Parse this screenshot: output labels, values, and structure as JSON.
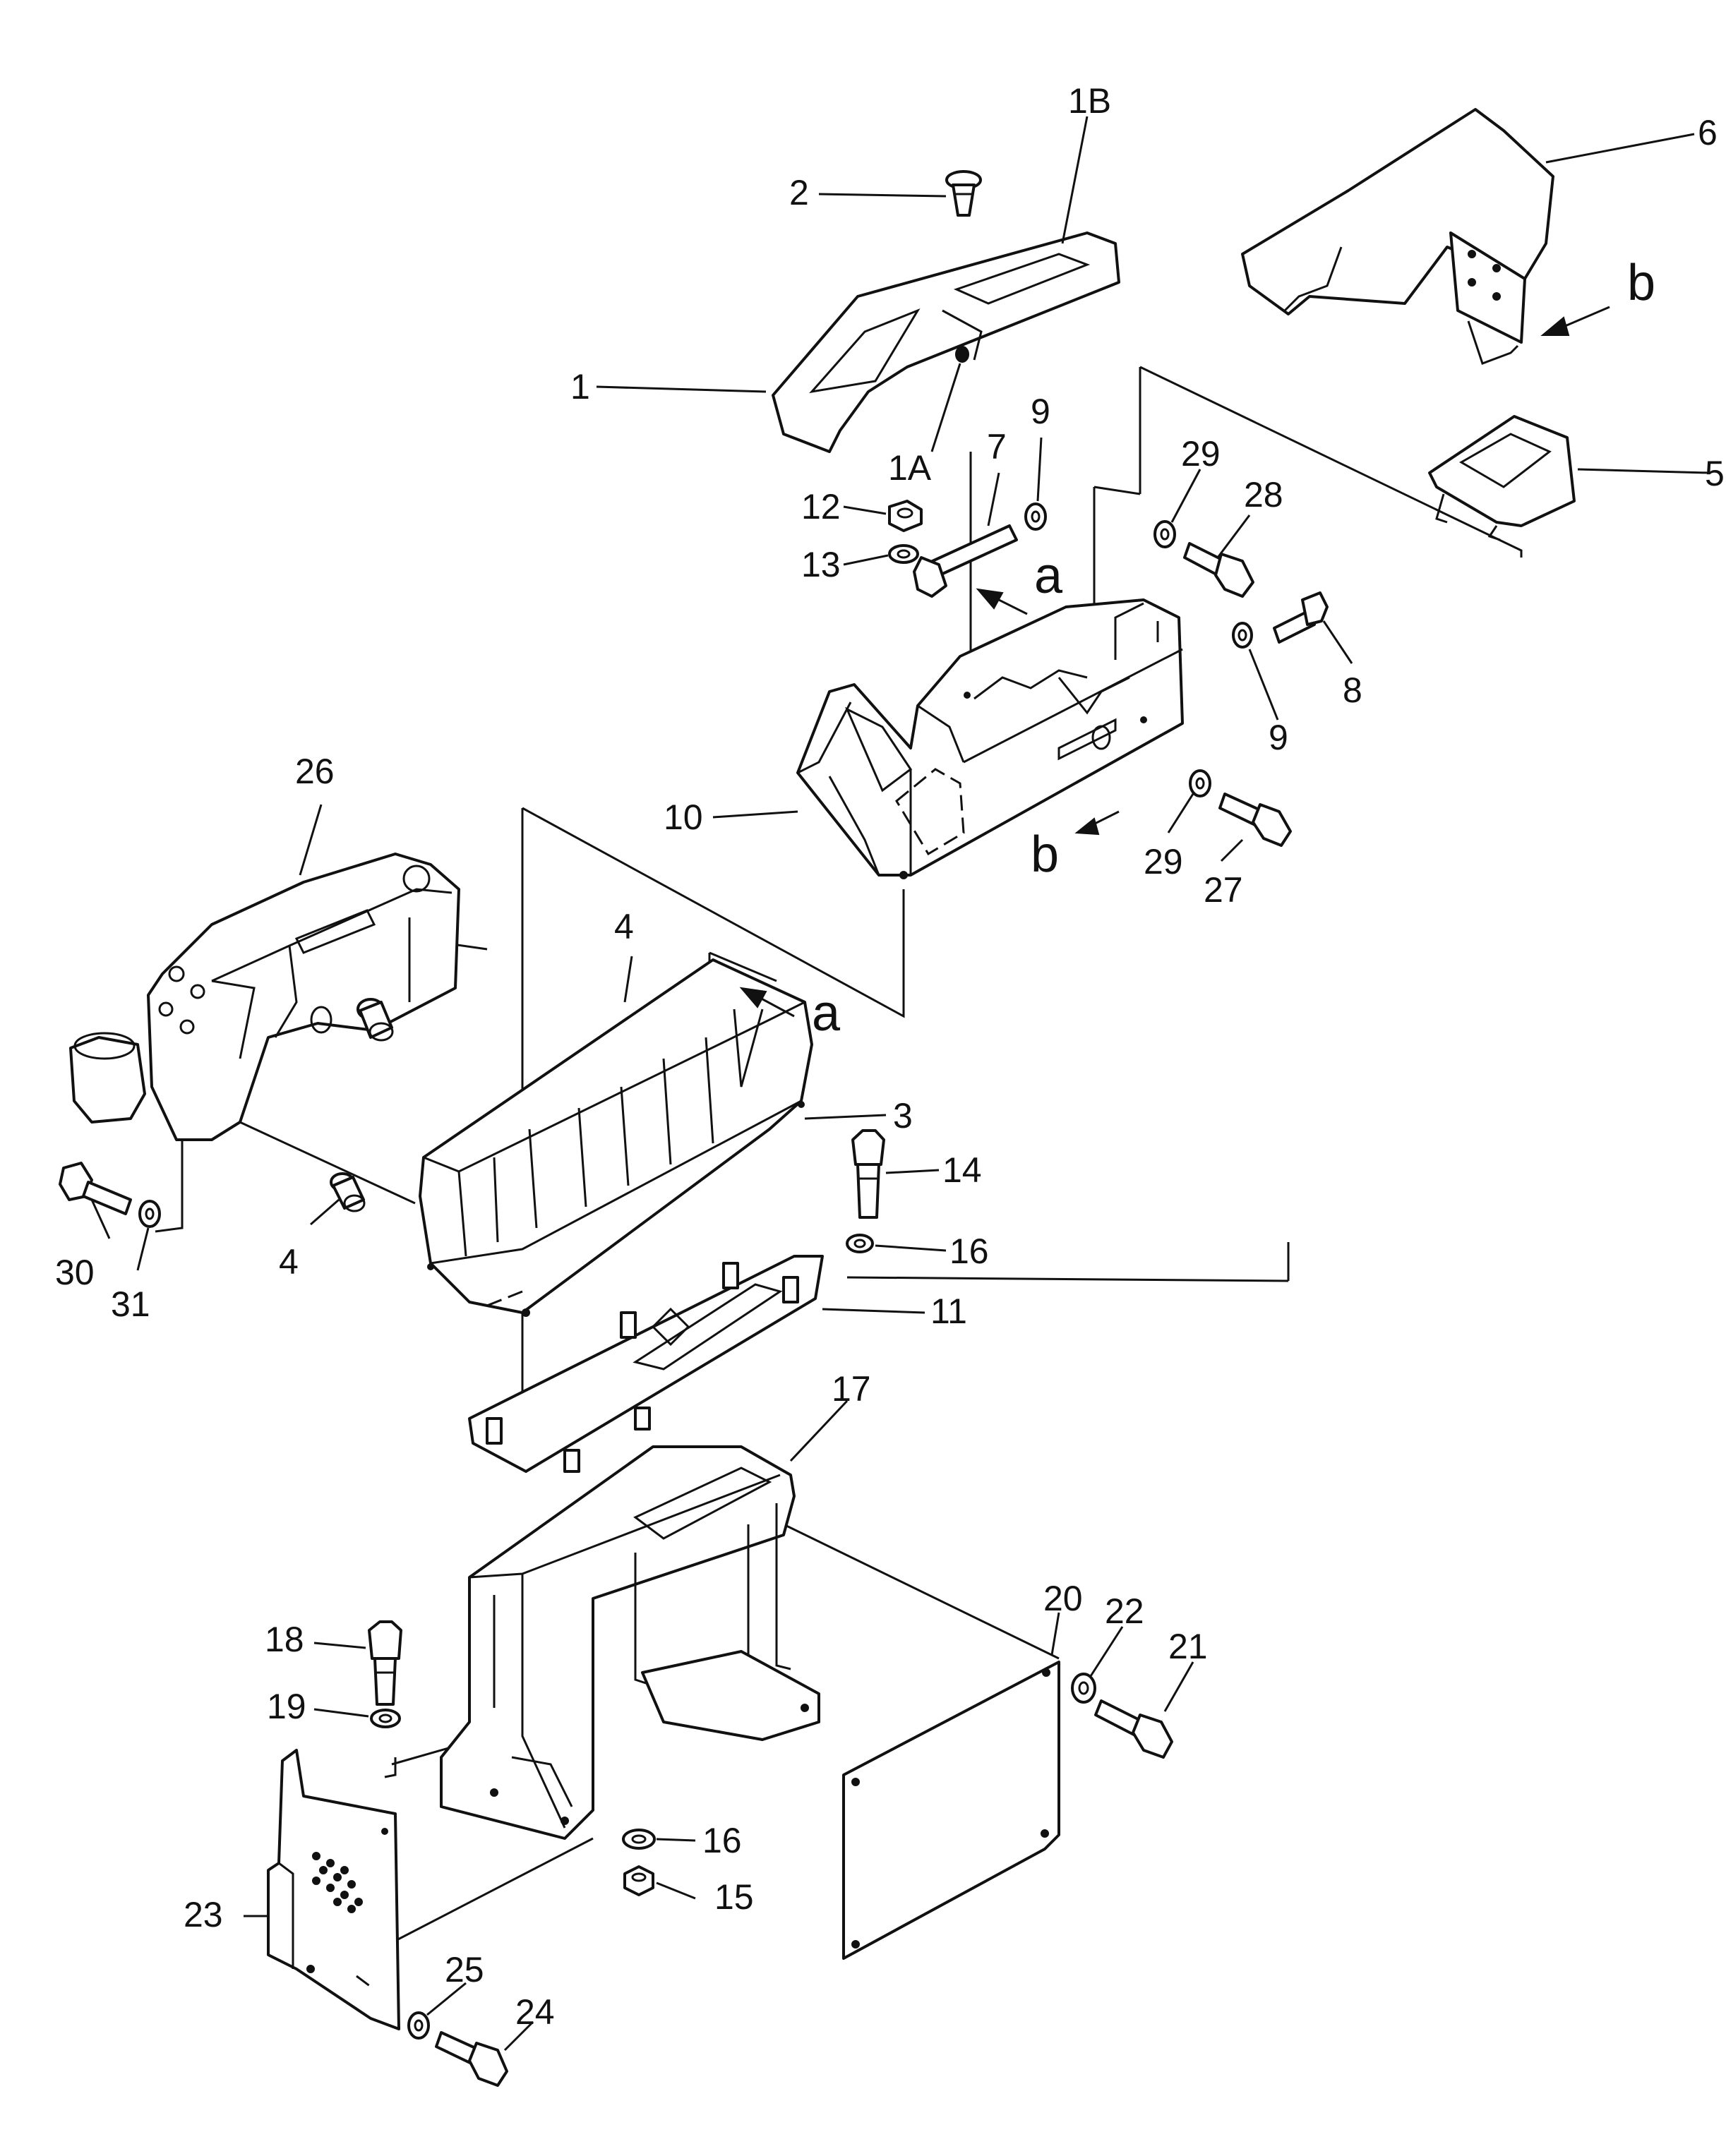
{
  "diagram": {
    "type": "exploded parts view",
    "callouts": [
      {
        "id": "c1",
        "text": "1"
      },
      {
        "id": "c1a",
        "text": "1A"
      },
      {
        "id": "c1b",
        "text": "1B"
      },
      {
        "id": "c2",
        "text": "2"
      },
      {
        "id": "c3",
        "text": "3"
      },
      {
        "id": "c4a",
        "text": "4"
      },
      {
        "id": "c4b",
        "text": "4"
      },
      {
        "id": "c5",
        "text": "5"
      },
      {
        "id": "c6",
        "text": "6"
      },
      {
        "id": "c7",
        "text": "7"
      },
      {
        "id": "c8",
        "text": "8"
      },
      {
        "id": "c9a",
        "text": "9"
      },
      {
        "id": "c9b",
        "text": "9"
      },
      {
        "id": "c10",
        "text": "10"
      },
      {
        "id": "c11",
        "text": "11"
      },
      {
        "id": "c12",
        "text": "12"
      },
      {
        "id": "c13",
        "text": "13"
      },
      {
        "id": "c14",
        "text": "14"
      },
      {
        "id": "c15",
        "text": "15"
      },
      {
        "id": "c16a",
        "text": "16"
      },
      {
        "id": "c16b",
        "text": "16"
      },
      {
        "id": "c17",
        "text": "17"
      },
      {
        "id": "c18",
        "text": "18"
      },
      {
        "id": "c19",
        "text": "19"
      },
      {
        "id": "c20",
        "text": "20"
      },
      {
        "id": "c21",
        "text": "21"
      },
      {
        "id": "c22",
        "text": "22"
      },
      {
        "id": "c23",
        "text": "23"
      },
      {
        "id": "c24",
        "text": "24"
      },
      {
        "id": "c25",
        "text": "25"
      },
      {
        "id": "c26",
        "text": "26"
      },
      {
        "id": "c27",
        "text": "27"
      },
      {
        "id": "c28",
        "text": "28"
      },
      {
        "id": "c29a",
        "text": "29"
      },
      {
        "id": "c29b",
        "text": "29"
      },
      {
        "id": "c30",
        "text": "30"
      },
      {
        "id": "c31",
        "text": "31"
      }
    ],
    "view_markers": [
      {
        "id": "a-upper",
        "text": "a"
      },
      {
        "id": "a-lower",
        "text": "a"
      },
      {
        "id": "b-upper",
        "text": "b"
      },
      {
        "id": "b-lower",
        "text": "b"
      }
    ]
  }
}
